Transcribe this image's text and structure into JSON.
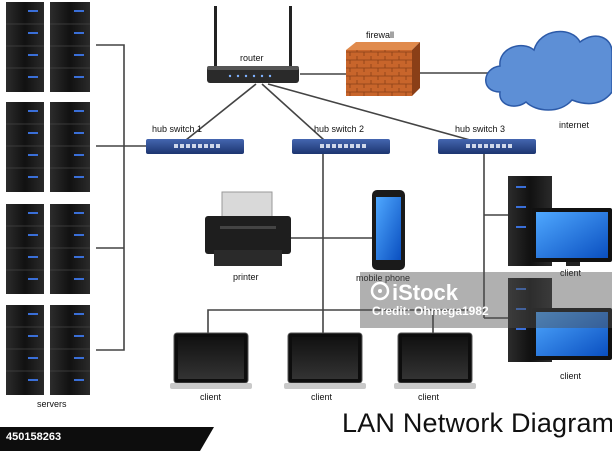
{
  "title": "LAN Network Diagram",
  "stock_id": "450158263",
  "watermark": {
    "brand": "iStock",
    "credit": "Credit: Ohmega1982"
  },
  "labels": {
    "router": "router",
    "firewall": "firewall",
    "internet": "internet",
    "hub1": "hub switch 1",
    "hub2": "hub switch 2",
    "hub3": "hub switch 3",
    "printer": "printer",
    "mobile": "mobile phone",
    "servers": "servers",
    "client": "client"
  },
  "colors": {
    "server_body": "#1f1f1f",
    "server_led": "#3a6fd8",
    "switch_blue": "#2b4a8f",
    "cloud_fill": "#5d8fd6",
    "firewall_brick": "#c8652b",
    "cable": "#444444"
  }
}
